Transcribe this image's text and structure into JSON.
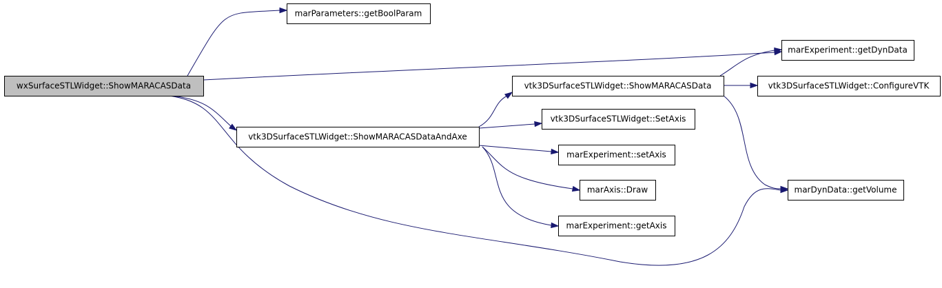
{
  "diagram": {
    "type": "call-graph",
    "colors": {
      "edge": "#191970",
      "root_fill": "#bfbfbf",
      "node_fill": "#ffffff",
      "border": "#000000"
    },
    "nodes": [
      {
        "id": "root",
        "label": "wxSurfaceSTLWidget::ShowMARACASData",
        "root": true
      },
      {
        "id": "getBoolParam",
        "label": "marParameters::getBoolParam"
      },
      {
        "id": "getDynData",
        "label": "marExperiment::getDynData"
      },
      {
        "id": "showData",
        "label": "vtk3DSurfaceSTLWidget::ShowMARACASData"
      },
      {
        "id": "configureVTK",
        "label": "vtk3DSurfaceSTLWidget::ConfigureVTK"
      },
      {
        "id": "showDataAndAxe",
        "label": "vtk3DSurfaceSTLWidget::ShowMARACASDataAndAxe"
      },
      {
        "id": "setAxisW",
        "label": "vtk3DSurfaceSTLWidget::SetAxis"
      },
      {
        "id": "setAxisE",
        "label": "marExperiment::setAxis"
      },
      {
        "id": "draw",
        "label": "marAxis::Draw"
      },
      {
        "id": "getVolume",
        "label": "marDynData::getVolume"
      },
      {
        "id": "getAxis",
        "label": "marExperiment::getAxis"
      }
    ],
    "edges": [
      {
        "from": "root",
        "to": "getBoolParam"
      },
      {
        "from": "root",
        "to": "getDynData"
      },
      {
        "from": "root",
        "to": "showDataAndAxe"
      },
      {
        "from": "root",
        "to": "getVolume"
      },
      {
        "from": "showData",
        "to": "getDynData"
      },
      {
        "from": "showData",
        "to": "configureVTK"
      },
      {
        "from": "showData",
        "to": "getVolume"
      },
      {
        "from": "showDataAndAxe",
        "to": "showData"
      },
      {
        "from": "showDataAndAxe",
        "to": "setAxisW"
      },
      {
        "from": "showDataAndAxe",
        "to": "setAxisE"
      },
      {
        "from": "showDataAndAxe",
        "to": "draw"
      },
      {
        "from": "showDataAndAxe",
        "to": "getAxis"
      }
    ]
  }
}
